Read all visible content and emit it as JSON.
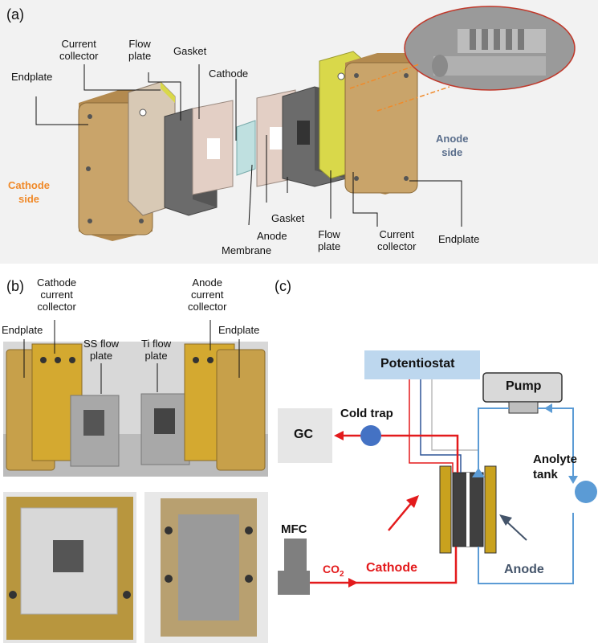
{
  "panel_a": {
    "label": "(a)",
    "labels": {
      "endplate_left": "Endplate",
      "current_collector_left": "Current\ncollector",
      "flow_plate_left": "Flow\nplate",
      "gasket_left": "Gasket",
      "cathode": "Cathode",
      "cathode_side": "Cathode\nside",
      "anode_side": "Anode\nside",
      "membrane": "Membrane",
      "anode": "Anode",
      "gasket_right": "Gasket",
      "flow_plate_right": "Flow\nplate",
      "current_collector_right": "Current\ncollector",
      "endplate_right": "Endplate"
    },
    "colors": {
      "cathode_side": "#f08a2a",
      "anode_side": "#5a6e8c",
      "brass": "#c9a46a",
      "yellow_collector": "#d9d84a"
    }
  },
  "panel_b": {
    "label": "(b)",
    "labels": {
      "endplate_left": "Endplate",
      "cathode_current_collector": "Cathode\ncurrent\ncollector",
      "ss_flow_plate": "SS flow\nplate",
      "ti_flow_plate": "Ti flow\nplate",
      "anode_current_collector": "Anode\ncurrent\ncollector",
      "endplate_right": "Endplate"
    }
  },
  "panel_c": {
    "label": "(c)",
    "labels": {
      "potentiostat": "Potentiostat",
      "pump": "Pump",
      "gc": "GC",
      "cold_trap": "Cold trap",
      "anolyte_tank": "Anolyte\ntank",
      "mfc": "MFC",
      "co2_main": "CO",
      "co2_sub": "2",
      "cathode": "Cathode",
      "anode": "Anode"
    },
    "colors": {
      "cathode_line": "#e31a1c",
      "anode_line": "#5b9bd5",
      "potentiostat_fill": "#bdd7ee",
      "anode_text": "#44546a"
    }
  }
}
